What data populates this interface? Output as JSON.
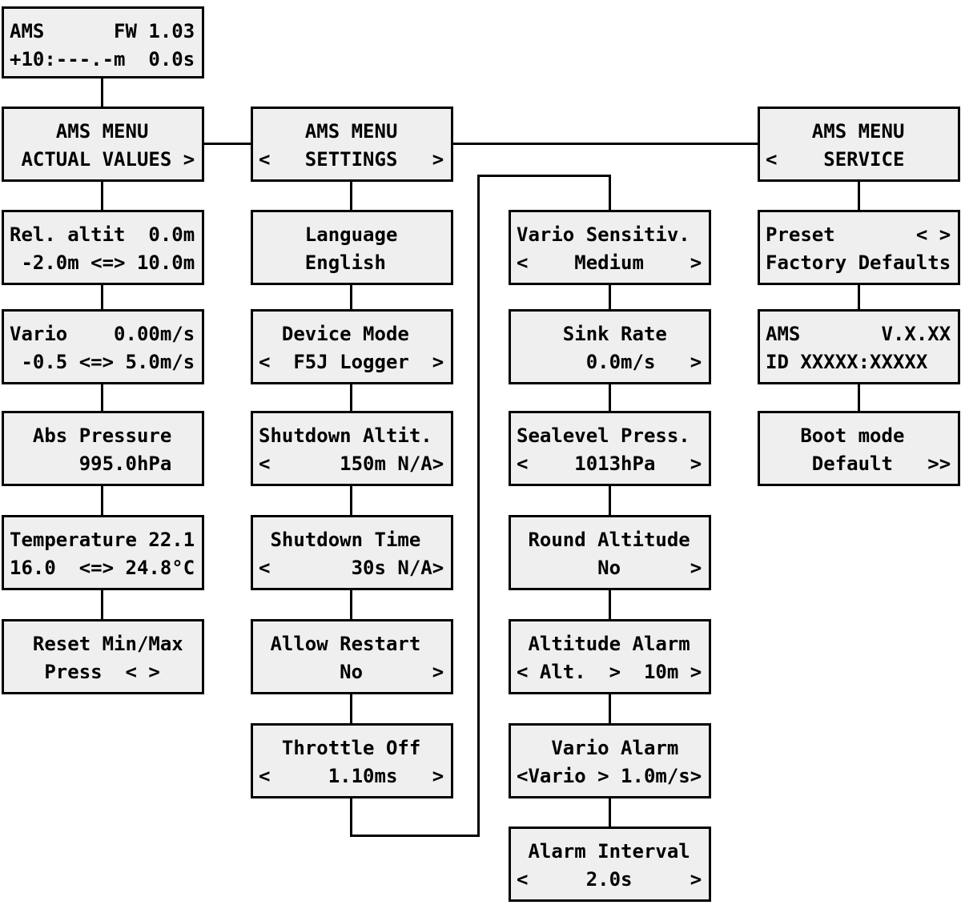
{
  "diagram": {
    "title": "AMS menu structure diagram",
    "background_color": "#ffffff",
    "box_fill_color": "#efefef",
    "border_color": "#000000",
    "text_color": "#000000"
  },
  "boxes": [
    {
      "name": "boot-screen",
      "lines": [
        "AMS      FW 1.03",
        "+10:---.-m  0.0s"
      ]
    },
    {
      "name": "menu-actual-values",
      "lines": [
        "    AMS MENU    ",
        " ACTUAL VALUES >"
      ]
    },
    {
      "name": "rel-altitude",
      "lines": [
        "Rel. altit  0.0m",
        " -2.0m <=> 10.0m"
      ]
    },
    {
      "name": "vario",
      "lines": [
        "Vario    0.00m/s",
        " -0.5 <=> 5.0m/s"
      ]
    },
    {
      "name": "abs-pressure",
      "lines": [
        "  Abs Pressure  ",
        "      995.0hPa  "
      ]
    },
    {
      "name": "temperature",
      "lines": [
        "Temperature 22.1",
        "16.0  <=> 24.8°C"
      ]
    },
    {
      "name": "reset-minmax",
      "lines": [
        "  Reset Min/Max ",
        "   Press  < >   "
      ]
    },
    {
      "name": "menu-settings",
      "lines": [
        "    AMS MENU    ",
        "<   SETTINGS   >"
      ]
    },
    {
      "name": "language",
      "lines": [
        "    Language    ",
        "    English     "
      ]
    },
    {
      "name": "device-mode",
      "lines": [
        "  Device Mode   ",
        "<  F5J Logger  >"
      ]
    },
    {
      "name": "shutdown-altitude",
      "lines": [
        "Shutdown Altit. ",
        "<      150m N/A>"
      ]
    },
    {
      "name": "shutdown-time",
      "lines": [
        " Shutdown Time  ",
        "<       30s N/A>"
      ]
    },
    {
      "name": "allow-restart",
      "lines": [
        " Allow Restart  ",
        "       No      >"
      ]
    },
    {
      "name": "throttle-off",
      "lines": [
        "  Throttle Off  ",
        "<     1.10ms   >"
      ]
    },
    {
      "name": "vario-sensitivity",
      "lines": [
        "Vario Sensitiv. ",
        "<    Medium    >"
      ]
    },
    {
      "name": "sink-rate",
      "lines": [
        "    Sink Rate   ",
        "      0.0m/s   >"
      ]
    },
    {
      "name": "sealevel-pressure",
      "lines": [
        "Sealevel Press. ",
        "<    1013hPa   >"
      ]
    },
    {
      "name": "round-altitude",
      "lines": [
        " Round Altitude ",
        "       No      >"
      ]
    },
    {
      "name": "altitude-alarm",
      "lines": [
        " Altitude Alarm ",
        "< Alt.  >  10m >"
      ]
    },
    {
      "name": "vario-alarm",
      "lines": [
        "   Vario Alarm  ",
        "<Vario > 1.0m/s>"
      ]
    },
    {
      "name": "alarm-interval",
      "lines": [
        " Alarm Interval ",
        "<     2.0s     >"
      ]
    },
    {
      "name": "menu-service",
      "lines": [
        "    AMS MENU    ",
        "<    SERVICE    "
      ]
    },
    {
      "name": "preset-defaults",
      "lines": [
        "Preset       < >",
        "Factory Defaults"
      ]
    },
    {
      "name": "version-id",
      "lines": [
        "AMS       V.X.XX",
        "ID XXXXX:XXXXX  "
      ]
    },
    {
      "name": "boot-mode",
      "lines": [
        "   Boot mode    ",
        "    Default   >>"
      ]
    }
  ]
}
